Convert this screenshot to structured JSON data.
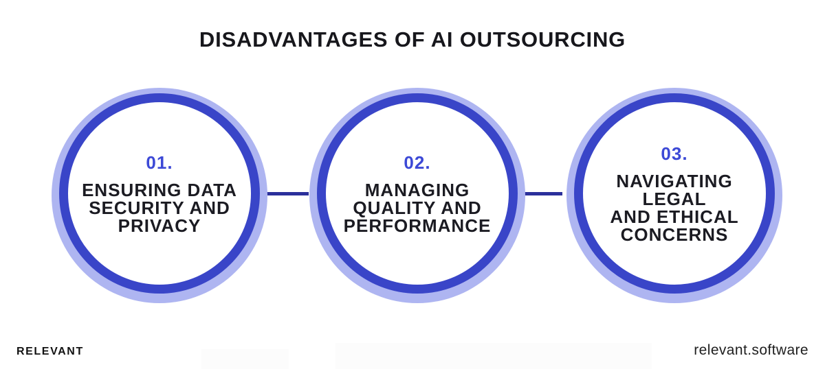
{
  "title": "DISADVANTAGES OF AI OUTSOURCING",
  "steps": [
    {
      "number": "01.",
      "label": "ENSURING DATA\nSECURITY AND\nPRIVACY"
    },
    {
      "number": "02.",
      "label": "MANAGING\nQUALITY AND\nPERFORMANCE"
    },
    {
      "number": "03.",
      "label": "NAVIGATING LEGAL\nAND ETHICAL\nCONCERNS"
    }
  ],
  "footer": {
    "brand": "RELEVANT",
    "website": "relevant.software"
  },
  "colors": {
    "ring": "#3945c8",
    "halo": "#aeb5f1",
    "number": "#3c49d6",
    "connector": "#2b2f9b",
    "text": "#1b1b22",
    "title": "#17171c"
  }
}
